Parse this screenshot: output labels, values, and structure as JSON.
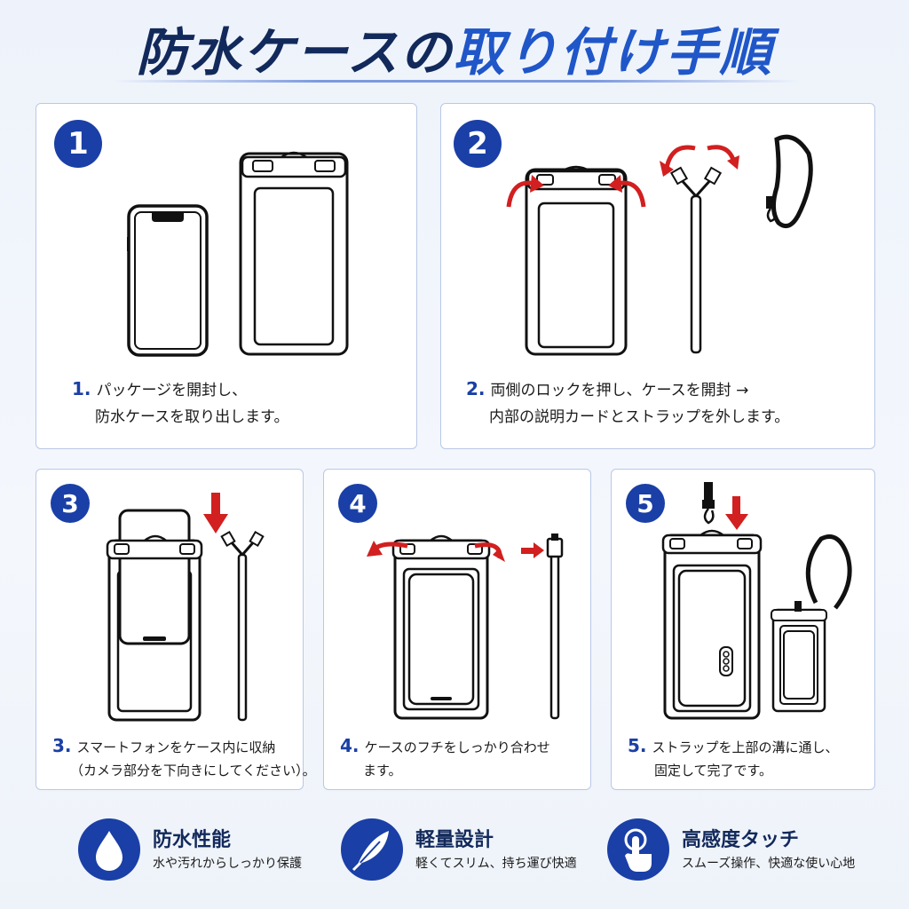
{
  "title": {
    "part1": "防水ケースの",
    "part2": "取り付け手順"
  },
  "steps": [
    {
      "badge": "1",
      "num": "1.",
      "line1": "パッケージを開封し、",
      "line2": "防水ケースを取り出します。"
    },
    {
      "badge": "2",
      "num": "2.",
      "line1": "両側のロックを押し、ケースを開封 →",
      "line2": "内部の説明カードとストラップを外します。"
    },
    {
      "badge": "3",
      "num": "3.",
      "line1": "スマートフォンをケース内に収納",
      "line2": "（カメラ部分を下向きにしてください）。"
    },
    {
      "badge": "4",
      "num": "4.",
      "line1": "ケースのフチをしっかり合わせ",
      "line2": "ます。"
    },
    {
      "badge": "5",
      "num": "5.",
      "line1": "ストラップを上部の溝に通し、",
      "line2": "固定して完了です。"
    }
  ],
  "features": [
    {
      "icon": "water-drop-icon",
      "title": "防水性能",
      "sub": "水や汚れからしっかり保護"
    },
    {
      "icon": "feather-icon",
      "title": "軽量設計",
      "sub": "軽くてスリム、持ち運び快適"
    },
    {
      "icon": "touch-hand-icon",
      "title": "高感度タッチ",
      "sub": "スムーズ操作、快適な使い心地"
    }
  ],
  "colors": {
    "navy": "#12295b",
    "accent": "#1f56c8",
    "badge": "#1a3fa6",
    "arrow": "#d21f1f"
  }
}
